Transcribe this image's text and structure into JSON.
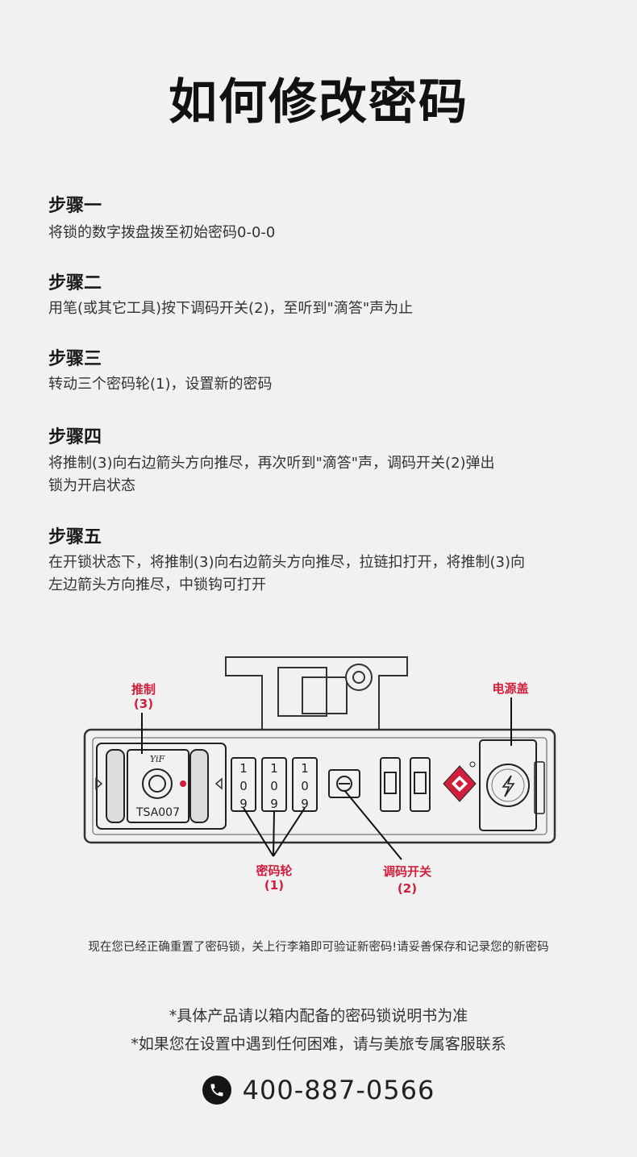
{
  "title": "如何修改密码",
  "steps": [
    {
      "title": "步骤一",
      "desc": "将锁的数字拨盘拨至初始密码0-0-0"
    },
    {
      "title": "步骤二",
      "desc": "用笔(或其它工具)按下调码开关(2)，至听到\"滴答\"声为止"
    },
    {
      "title": "步骤三",
      "desc": "转动三个密码轮(1)，设置新的密码"
    },
    {
      "title": "步骤四",
      "desc_lines": [
        "将推制(3)向右边箭头方向推尽，再次听到\"滴答\"声，调码开关(2)弹出",
        "锁为开启状态"
      ]
    },
    {
      "title": "步骤五",
      "desc_lines": [
        "在开锁状态下，将推制(3)向右边箭头方向推尽，拉链扣打开，将推制(3)向",
        "左边箭头方向推尽，中锁钩可打开"
      ]
    }
  ],
  "diagram": {
    "label_push": "推制",
    "label_push_num": "(3)",
    "label_power": "电源盖",
    "label_wheels": "密码轮",
    "label_wheels_num": "(1)",
    "label_switch": "调码开关",
    "label_switch_num": "(2)",
    "brand": "YiF",
    "model": "TSA007",
    "wheel_digits": [
      "1",
      "0",
      "9"
    ],
    "accent_color": "#d01e3c"
  },
  "note": "现在您已经正确重置了密码锁，关上行李箱即可验证新密码!请妥善保存和记录您的新密码",
  "disclaimers": [
    "*具体产品请以箱内配备的密码锁说明书为准",
    "*如果您在设置中遇到任何困难，请与美旅专属客服联系"
  ],
  "phone": "400-887-0566",
  "icons": {
    "phone": "phone-icon"
  }
}
